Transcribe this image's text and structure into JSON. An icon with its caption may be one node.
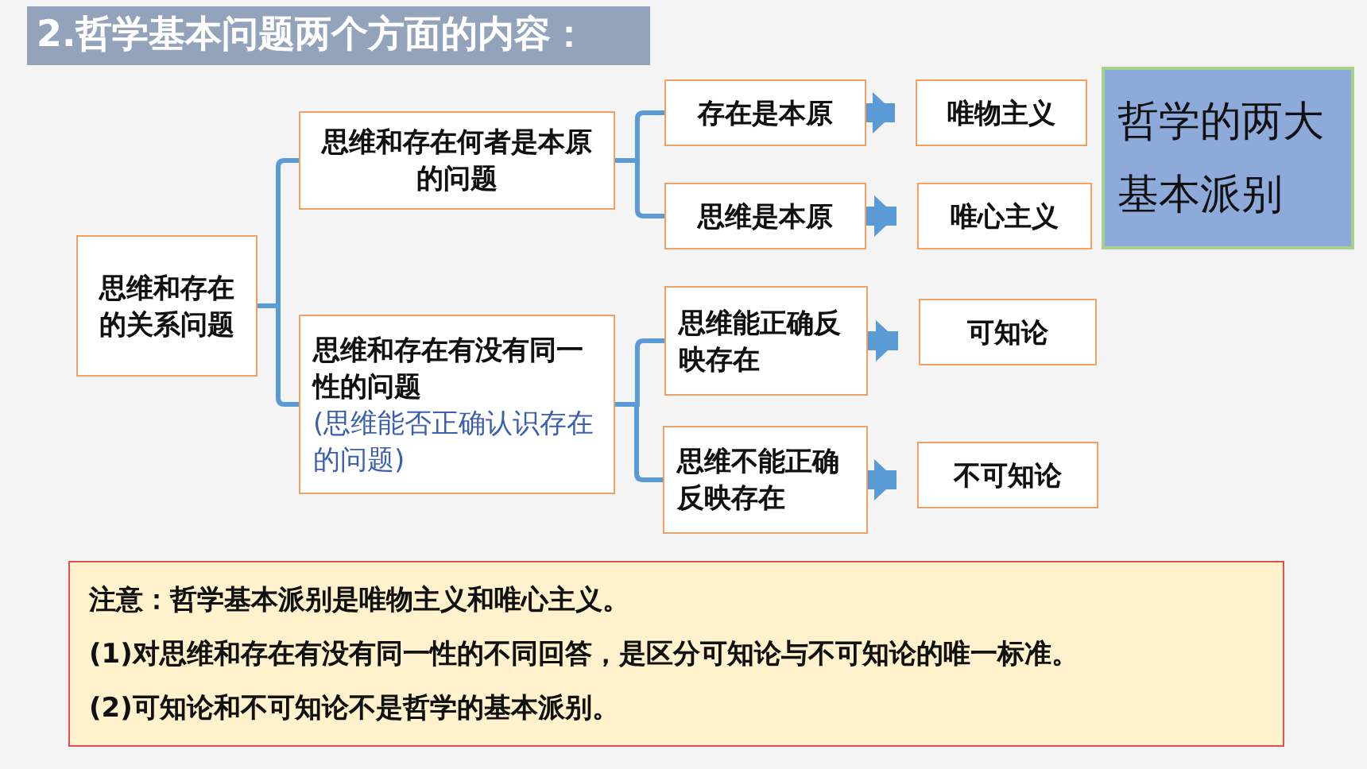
{
  "diagram": {
    "title": "2.哲学基本问题两个方面的内容：",
    "nodes": [
      {
        "text": [
          "思维和存在的关系问题"
        ]
      },
      {
        "text": [
          "思维和存在何者是本原的问题"
        ]
      },
      {
        "text": [
          "思维和存在有没有同一性的问题",
          "(思维能否正确认识存在的问题)"
        ]
      },
      {
        "text": [
          "存在是本原"
        ]
      },
      {
        "text": [
          "思维是本原"
        ]
      },
      {
        "text": [
          "思维能正确反映存在"
        ]
      },
      {
        "text": [
          "思维不能正确反映存在"
        ]
      },
      {
        "text": [
          "唯物主义"
        ]
      },
      {
        "text": [
          "唯心主义"
        ]
      },
      {
        "text": [
          "可知论"
        ]
      },
      {
        "text": [
          "不可知论"
        ]
      },
      {
        "text": [
          "哲学的两大基本派别"
        ]
      },
      {
        "text": [
          "注意：哲学基本派别是唯物主义和唯心主义。",
          "(1)对思维和存在有没有同一性的不同回答，是区分可知论与不可知论的唯一标准。",
          "(2)可知论和不可知论不是哲学的基本派别。"
        ]
      }
    ],
    "edges": [
      {
        "from": 0,
        "to": 1,
        "arrow": "none"
      },
      {
        "from": 0,
        "to": 2,
        "arrow": "none"
      },
      {
        "from": 1,
        "to": 3,
        "arrow": "none"
      },
      {
        "from": 1,
        "to": 4,
        "arrow": "none"
      },
      {
        "from": 2,
        "to": 5,
        "arrow": "none"
      },
      {
        "from": 2,
        "to": 6,
        "arrow": "none"
      },
      {
        "from": 3,
        "to": 7,
        "arrow": "to",
        "style": "thick"
      },
      {
        "from": 4,
        "to": 8,
        "arrow": "to",
        "style": "thick"
      },
      {
        "from": 5,
        "to": 9,
        "arrow": "to",
        "style": "thick"
      },
      {
        "from": 6,
        "to": 10,
        "arrow": "to",
        "style": "thick"
      }
    ]
  }
}
